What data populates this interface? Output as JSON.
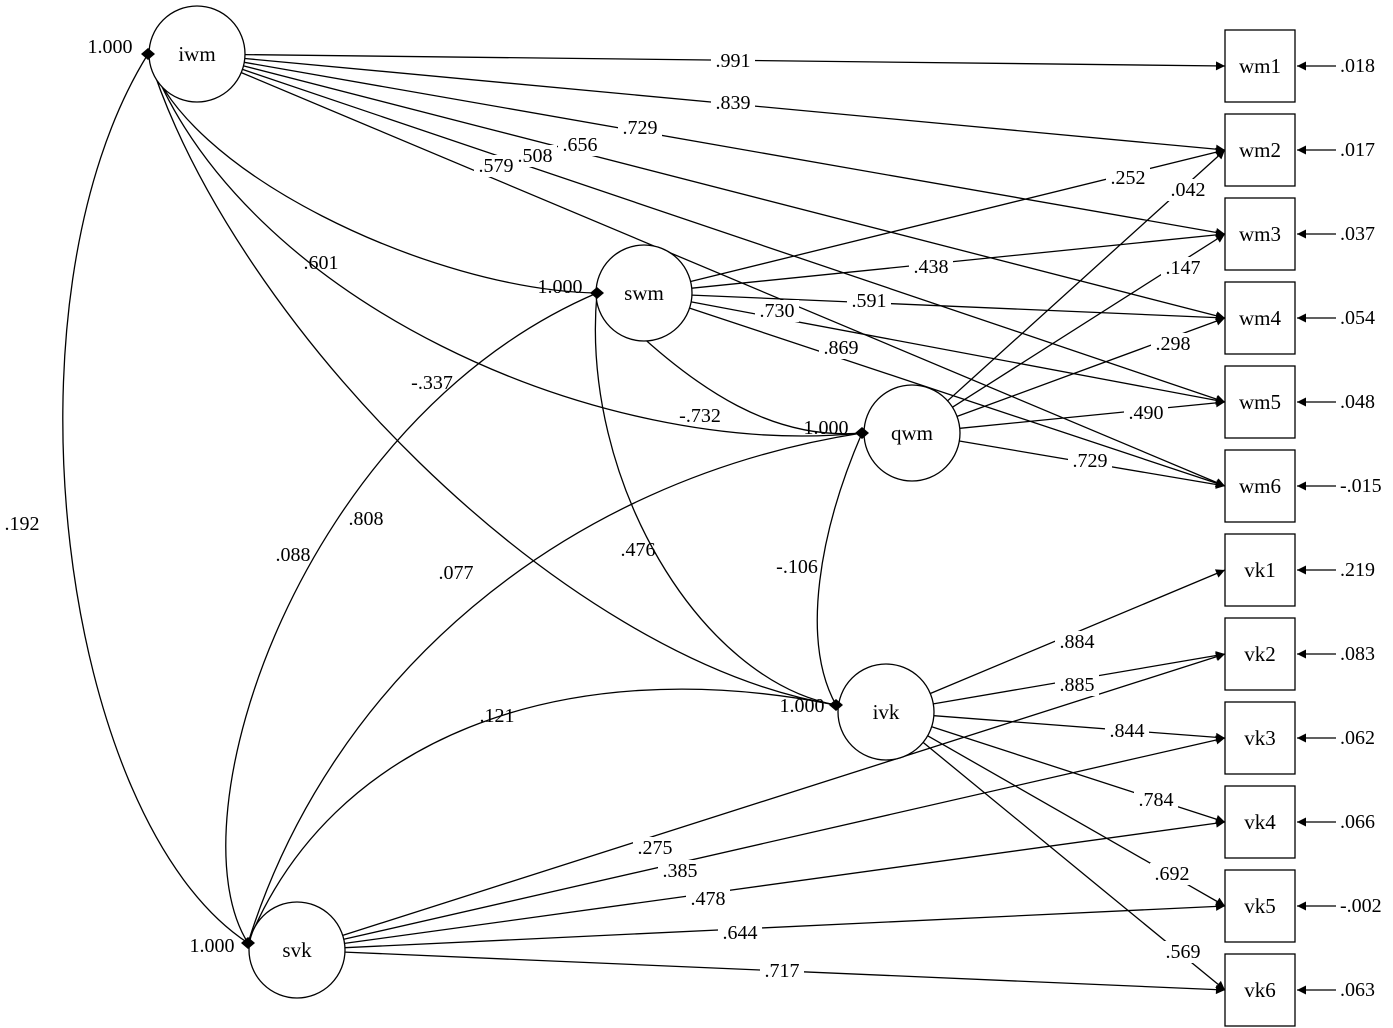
{
  "latent_variables": [
    {
      "id": "iwm",
      "label": "iwm",
      "variance": "1.000"
    },
    {
      "id": "swm",
      "label": "swm",
      "variance": "1.000"
    },
    {
      "id": "qwm",
      "label": "qwm",
      "variance": "1.000"
    },
    {
      "id": "ivk",
      "label": "ivk",
      "variance": "1.000"
    },
    {
      "id": "svk",
      "label": "svk",
      "variance": "1.000"
    }
  ],
  "observed_variables": [
    {
      "id": "wm1",
      "label": "wm1",
      "residual": ".018"
    },
    {
      "id": "wm2",
      "label": "wm2",
      "residual": ".017"
    },
    {
      "id": "wm3",
      "label": "wm3",
      "residual": ".037"
    },
    {
      "id": "wm4",
      "label": "wm4",
      "residual": ".054"
    },
    {
      "id": "wm5",
      "label": "wm5",
      "residual": ".048"
    },
    {
      "id": "wm6",
      "label": "wm6",
      "residual": "-.015"
    },
    {
      "id": "vk1",
      "label": "vk1",
      "residual": ".219"
    },
    {
      "id": "vk2",
      "label": "vk2",
      "residual": ".083"
    },
    {
      "id": "vk3",
      "label": "vk3",
      "residual": ".062"
    },
    {
      "id": "vk4",
      "label": "vk4",
      "residual": ".066"
    },
    {
      "id": "vk5",
      "label": "vk5",
      "residual": "-.002"
    },
    {
      "id": "vk6",
      "label": "vk6",
      "residual": ".063"
    }
  ],
  "loadings": [
    {
      "from": "iwm",
      "to": "wm1",
      "value": ".991"
    },
    {
      "from": "iwm",
      "to": "wm2",
      "value": ".839"
    },
    {
      "from": "iwm",
      "to": "wm3",
      "value": ".729"
    },
    {
      "from": "iwm",
      "to": "wm4",
      "value": ".656"
    },
    {
      "from": "iwm",
      "to": "wm5",
      "value": ".508"
    },
    {
      "from": "iwm",
      "to": "wm6",
      "value": ".579"
    },
    {
      "from": "swm",
      "to": "wm2",
      "value": ".252"
    },
    {
      "from": "swm",
      "to": "wm3",
      "value": ".438"
    },
    {
      "from": "swm",
      "to": "wm4",
      "value": ".591"
    },
    {
      "from": "swm",
      "to": "wm5",
      "value": ".730"
    },
    {
      "from": "swm",
      "to": "wm6",
      "value": ".869"
    },
    {
      "from": "qwm",
      "to": "wm2",
      "value": ".042"
    },
    {
      "from": "qwm",
      "to": "wm3",
      "value": ".147"
    },
    {
      "from": "qwm",
      "to": "wm4",
      "value": ".298"
    },
    {
      "from": "qwm",
      "to": "wm5",
      "value": ".490"
    },
    {
      "from": "qwm",
      "to": "wm6",
      "value": ".729"
    },
    {
      "from": "ivk",
      "to": "vk1",
      "value": ".884"
    },
    {
      "from": "ivk",
      "to": "vk2",
      "value": ".885"
    },
    {
      "from": "ivk",
      "to": "vk3",
      "value": ".844"
    },
    {
      "from": "ivk",
      "to": "vk4",
      "value": ".784"
    },
    {
      "from": "ivk",
      "to": "vk5",
      "value": ".692"
    },
    {
      "from": "ivk",
      "to": "vk6",
      "value": ".569"
    },
    {
      "from": "svk",
      "to": "vk2",
      "value": ".275"
    },
    {
      "from": "svk",
      "to": "vk3",
      "value": ".385"
    },
    {
      "from": "svk",
      "to": "vk4",
      "value": ".478"
    },
    {
      "from": "svk",
      "to": "vk5",
      "value": ".644"
    },
    {
      "from": "svk",
      "to": "vk6",
      "value": ".717"
    }
  ],
  "covariances": [
    {
      "a": "iwm",
      "b": "swm",
      "value": ".601"
    },
    {
      "a": "iwm",
      "b": "qwm",
      "value": "-.732"
    },
    {
      "a": "iwm",
      "b": "ivk",
      "value": ".808"
    },
    {
      "a": "iwm",
      "b": "svk",
      "value": ".192"
    },
    {
      "a": "swm",
      "b": "qwm",
      "value": ""
    },
    {
      "a": "swm",
      "b": "ivk",
      "value": ".476"
    },
    {
      "a": "swm",
      "b": "svk",
      "value": "-.337"
    },
    {
      "a": "qwm",
      "b": "ivk",
      "value": "-.106"
    },
    {
      "a": "qwm",
      "b": "svk",
      "value": ".077"
    },
    {
      "a": "ivk",
      "b": "svk",
      "value": ".121"
    },
    {
      "a": "iwm",
      "b": "svk",
      "value": ".088"
    }
  ]
}
